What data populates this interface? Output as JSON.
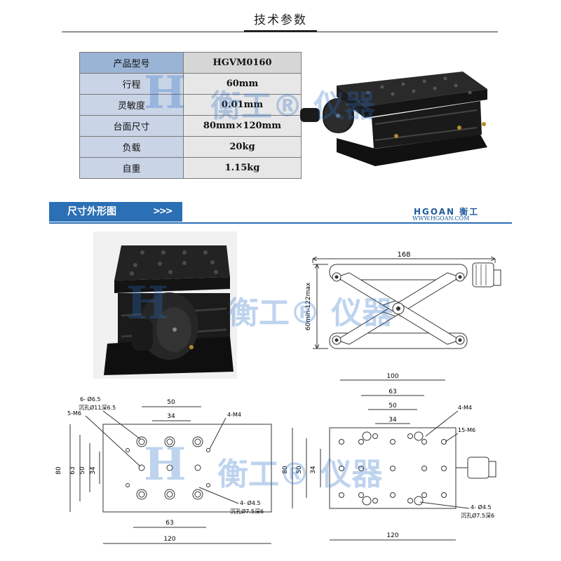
{
  "header": {
    "title": "技术参数"
  },
  "specs": {
    "rows": [
      {
        "label": "产品型号",
        "value": "HGVM0160"
      },
      {
        "label": "行程",
        "value": "60mm"
      },
      {
        "label": "灵敏度",
        "value": "0.01mm"
      },
      {
        "label": "台面尺寸",
        "value": "80mm×120mm"
      },
      {
        "label": "负载",
        "value": "20kg"
      },
      {
        "label": "自重",
        "value": "1.15kg"
      }
    ]
  },
  "section": {
    "title": "尺寸外形图",
    "arrows": ">>>",
    "brand": "HGOAN 衡工",
    "brand_url": "WWW.HGOAN.COM"
  },
  "watermark": {
    "letter": "H",
    "text": "衡工® 仪器"
  },
  "side_view": {
    "width": "168",
    "height": "60min-122max"
  },
  "top_view_left": {
    "dim_50": "50",
    "dim_34": "34",
    "dim_63_bottom": "63",
    "dim_120": "120",
    "dim_80": "80",
    "dim_63": "63",
    "dim_50_v": "50",
    "dim_34_v": "34",
    "label_6_65": "6- Ø6.5",
    "label_11": "沉孔Ø11深6.5",
    "label_5m6": "5-M6",
    "label_4m4": "4-M4",
    "label_4_45": "4- Ø4.5",
    "label_75": "沉孔Ø7.5深6"
  },
  "top_view_right": {
    "dim_100": "100",
    "dim_63": "63",
    "dim_50": "50",
    "dim_34": "34",
    "dim_120": "120",
    "dim_80": "80",
    "dim_50_v": "50",
    "dim_34_v": "34",
    "label_4m4": "4-M4",
    "label_15m6": "15-M6",
    "label_4_45": "4- Ø4.5",
    "label_75": "沉孔Ø7.5深6"
  }
}
